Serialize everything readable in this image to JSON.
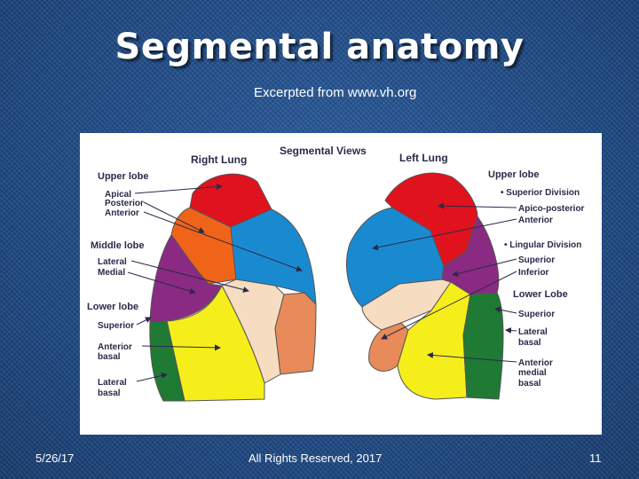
{
  "slide": {
    "title": "Segmental anatomy",
    "subtitle": "Excerpted from www.vh.org",
    "footer": {
      "date": "5/26/17",
      "copyright": "All Rights Reserved, 2017",
      "page": "11"
    }
  },
  "figure": {
    "heading": "Segmental Views",
    "right_lung": {
      "name": "Right Lung",
      "labels": {
        "upper_lobe": "Upper lobe",
        "apical": "Apical",
        "posterior": "Posterior",
        "anterior": "Anterior",
        "middle_lobe": "Middle lobe",
        "lateral": "Lateral",
        "medial": "Medial",
        "lower_lobe": "Lower lobe",
        "superior": "Superior",
        "anterior_basal_1": "Anterior",
        "anterior_basal_2": "basal",
        "lateral_basal_1": "Lateral",
        "lateral_basal_2": "basal"
      }
    },
    "left_lung": {
      "name": "Left Lung",
      "labels": {
        "upper_lobe": "Upper lobe",
        "superior_division": "• Superior Division",
        "apico_posterior": "Apico-posterior",
        "anterior": "Anterior",
        "lingular_division": "• Lingular Division",
        "superior_lingular": "Superior",
        "inferior": "Inferior",
        "lower_lobe": "Lower Lobe",
        "superior": "Superior",
        "lateral_basal_1": "Lateral",
        "lateral_basal_2": "basal",
        "anterior_medial_basal_1": "Anterior",
        "anterior_medial_basal_2": "medial",
        "anterior_medial_basal_3": "basal"
      }
    },
    "colors": {
      "red": "#e0121e",
      "orange": "#ef6418",
      "blue": "#1a8ad0",
      "purple": "#8b2a82",
      "peach": "#f6dcc0",
      "salmon": "#e98a5a",
      "yellow": "#f6ee1a",
      "green": "#1f7a34",
      "label_dark": "#2a2a4a"
    }
  }
}
